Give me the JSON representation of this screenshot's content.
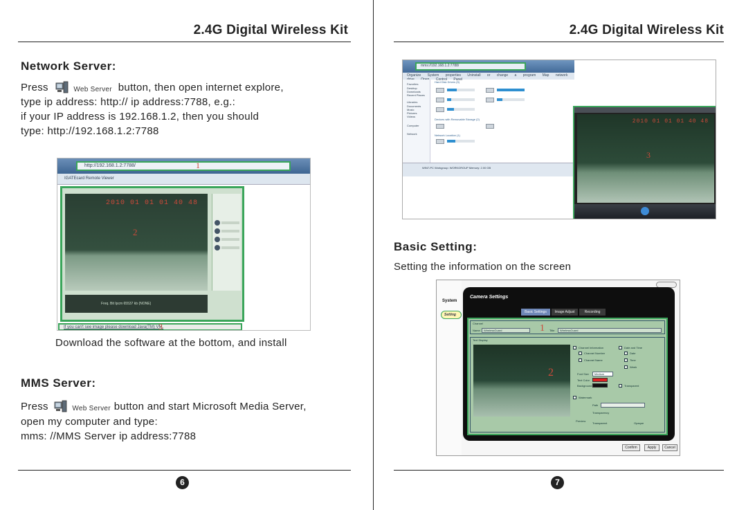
{
  "header_title": "2.4G Digital Wireless Kit",
  "left": {
    "network": {
      "heading": "Network Server:",
      "line1_pre": "Press",
      "btn_label": "Web Server",
      "line1_post": "button, then open internet explore,",
      "line2": "type ip address: http:// ip address:7788, e.g.:",
      "line3": "if your IP address is 192.168.1.2, then you should",
      "line4": "type: http://192.168.1.2:7788"
    },
    "shot1": {
      "address": "http://192.168.1.2:7788/",
      "tab": "IGATEcard Remote Viewer",
      "timestamp": "2010 01 01 01 40 48",
      "marker1": "1",
      "marker2": "2",
      "marker3": "3",
      "footer_link": "If you can't see image please download Java(TM) VM.",
      "status": "Freq. Bit Ipcm 65537 kb (NONE)"
    },
    "caption": "Download the software at the bottom, and install",
    "mms": {
      "heading": "MMS Server:",
      "line1_pre": "Press",
      "btn_label": "Web Server",
      "line1_post": "button  and start Microsoft Media Server,",
      "line2": "open my computer and type:",
      "line3": "mms: //MMS Server ip address:7788"
    },
    "page_number": "6"
  },
  "right": {
    "shot2": {
      "address": "mms://192.168.1.2:7788/",
      "toolbar": "Organize  System properties  Uninstall or change a program  Map network drive  Open Control Panel",
      "sidebar": [
        "Favorites",
        "Desktop",
        "Downloads",
        "Recent Places",
        "Libraries",
        "Documents",
        "Music",
        "Pictures",
        "Videos",
        "Computer",
        "Network"
      ],
      "group1": "Hard Disk Drives (5)",
      "group2": "Devices with Removable Storage (2)",
      "group3": "Network Location (1)",
      "status": "WIN7-PC  Workgroup: WORKGROUP  Memory: 2.00 GB",
      "timestamp": "2010 01 01 01 40 48",
      "marker": "3"
    },
    "basic": {
      "heading": "Basic Setting:",
      "text": "Setting the information on the screen"
    },
    "shot3": {
      "system": "System",
      "setting": "Setting",
      "title": "Camera Settings",
      "tabs": [
        "Basic Settings",
        "Image Adjust",
        "Recording"
      ],
      "channel": "Channel",
      "name_label": "Name",
      "name_value": "WirelessGuard",
      "title_label": "Title",
      "title_value": "WirelessGuard",
      "text_display": "Text Display",
      "marker1": "1",
      "marker2": "2",
      "opts": [
        "Channel Information",
        "Channel Number",
        "Channel Name",
        "Date and Time",
        "Date",
        "Time",
        "Week"
      ],
      "font_size_label": "Font Size",
      "font_size": "Medium",
      "text_color_label": "Text Color",
      "background_label": "Background",
      "transparent": "Transparent",
      "watermark": "Watermark",
      "path_label": "Path",
      "transparency": "Transparency",
      "preview": "Preview",
      "trans_left": "Transparent",
      "trans_right": "Opaque",
      "buttons": [
        "Confirm",
        "Apply",
        "Cancel"
      ]
    },
    "page_number": "7"
  }
}
